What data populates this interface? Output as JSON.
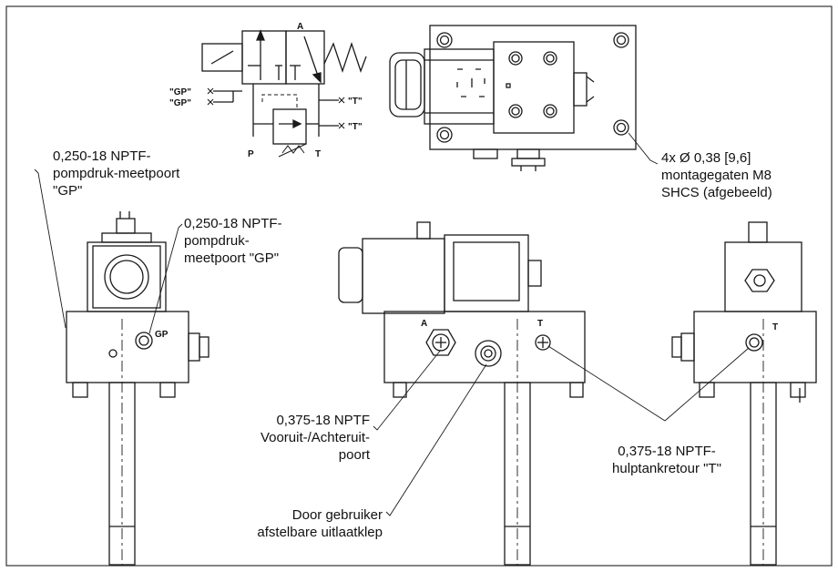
{
  "callouts": {
    "gp_left": [
      "0,250-18 NPTF-",
      "pompdruk-meetpoort",
      "\"GP\""
    ],
    "gp_center": [
      "0,250-18 NPTF-",
      "pompdruk-",
      "meetpoort \"GP\""
    ],
    "mounting_holes": [
      "4x Ø 0,38 [9,6]",
      "montagegaten M8",
      "SHCS (afgebeeld)"
    ],
    "forward_reverse_port": [
      "0,375-18 NPTF",
      "Vooruit-/Achteruit-",
      "poort"
    ],
    "relief_valve": [
      "Door gebruiker",
      "afstelbare uitlaatklep"
    ],
    "tank_return": [
      "0,375-18 NPTF-",
      "hulptankretour \"T\""
    ]
  },
  "schematic": {
    "port_a": "A",
    "port_p": "P",
    "port_t": "T",
    "gp1": "\"GP\"",
    "gp2": "\"GP\"",
    "t1": "\"T\"",
    "t2": "\"T\""
  },
  "body_labels": {
    "gp": "GP",
    "a": "A",
    "t_center": "T",
    "t_right": "T"
  },
  "colors": {
    "line": "#1a1a1a",
    "frame": "#333333",
    "background": "#ffffff"
  }
}
